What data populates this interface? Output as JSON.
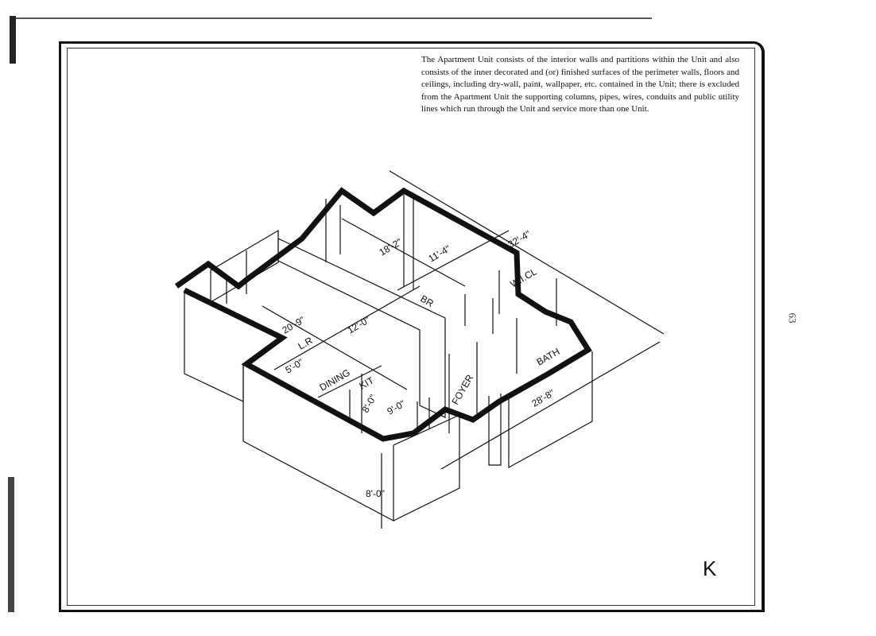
{
  "description": "The Apartment Unit consists of the interior walls and partitions within the Unit and also consists of the inner decorated and (or) finished surfaces of the perimeter walls, floors and ceilings, including dry-wall, paint, wallpaper, etc. contained in the Unit; there is excluded from the Apartment Unit the supporting columns, pipes, wires, conduits and public utility lines which run through the Unit and service more than one Unit.",
  "plate_letter": "K",
  "page_number": "63",
  "rooms": {
    "living_room": "L.R",
    "dining": "DINING",
    "kitchen": "KIT",
    "bedroom": "BR",
    "walk_in_closet": "W.I.CL",
    "bath": "BATH",
    "foyer": "FOYER"
  },
  "dimensions": {
    "overall_depth": "32'-4\"",
    "overall_width": "28'-8\"",
    "lr_length": "20'-9\"",
    "lr_width": "12'-0\"",
    "br_length": "18'-2\"",
    "br_width": "11'-4\"",
    "dining_depth": "5'-0\"",
    "kit_length": "8'-0\"",
    "kit_width": "9'-0\"",
    "ceiling_height": "8'-0\""
  }
}
